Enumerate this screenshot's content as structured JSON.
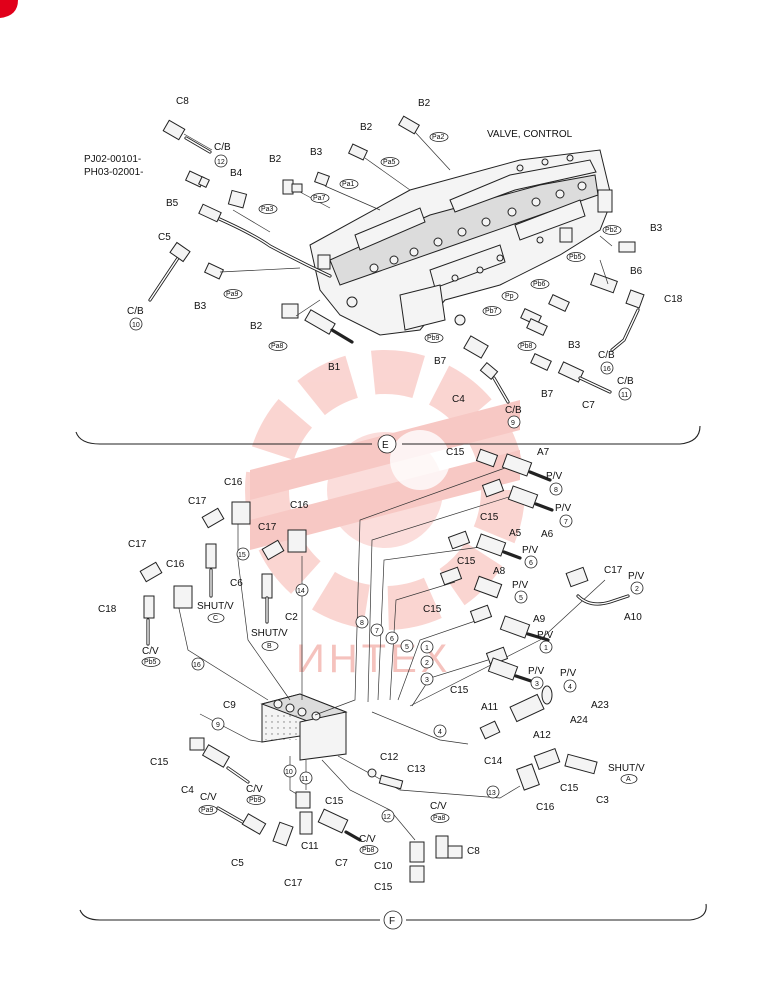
{
  "header": {
    "serial_range_1": "PJ02-00101-",
    "serial_range_2": "PH03-02001-",
    "assembly_title": "VALVE, CONTROL"
  },
  "sections": {
    "upper": "E",
    "lower": "F"
  },
  "watermark": {
    "text": "ИНТЕХ",
    "color": "#f3a09a"
  },
  "corner_mark_color": "#e1001a",
  "upper_labels": {
    "c8": "C8",
    "cb": "C/B",
    "c12": "12",
    "b2a": "B2",
    "b2b": "B2",
    "b2c": "B2",
    "b2d": "B2",
    "b3a": "B3",
    "b3b": "B3",
    "b3c": "B3",
    "b3d": "B3",
    "b4": "B4",
    "b5": "B5",
    "c5": "C5",
    "cb10": "C/B",
    "c10": "10",
    "b1": "B1",
    "b6": "B6",
    "c18": "C18",
    "b7a": "B7",
    "b7b": "B7",
    "c4": "C4",
    "cb9": "C/B",
    "c9": "9",
    "c7": "C7",
    "cb11": "C/B",
    "c11": "11",
    "cb16": "C/B",
    "c16": "16",
    "pa1": "Pa1",
    "pa2": "Pa2",
    "pa3": "Pa3",
    "pa5": "Pa5",
    "pa7": "Pa7",
    "pa8": "Pa8",
    "pa9": "Pa9",
    "pb2": "Pb2",
    "pb5": "Pb5",
    "pb6": "Pb6",
    "pp": "Pp",
    "pb7": "Pb7",
    "pb8": "Pb8",
    "pb9": "Pb9"
  },
  "lower_labels": {
    "c15a": "C15",
    "a7": "A7",
    "pv8": "P/V",
    "n8": "8",
    "c15b": "C15",
    "pv7": "P/V",
    "n7": "7",
    "a6": "A6",
    "c16a": "C16",
    "c17a": "C17",
    "c16b": "C16",
    "c17b": "C17",
    "c15c": "C15",
    "a5": "A5",
    "pv6": "P/V",
    "n6": "6",
    "c17c": "C17",
    "c16c": "C16",
    "c6": "C6",
    "shutv_c": "SHUT/V",
    "c_tag": "C",
    "c2": "C2",
    "shutv_b": "SHUT/V",
    "b_tag": "B",
    "c18": "C18",
    "cv1": "C/V",
    "pb5": "Pb5",
    "a8": "A8",
    "pv5": "P/V",
    "n5": "5",
    "c15d": "C15",
    "c17d": "C17",
    "pv2": "P/V",
    "n2": "2",
    "a10": "A10",
    "a9": "A9",
    "pv1": "P/V",
    "n1": "1",
    "c15e": "C15",
    "a11": "A11",
    "pv3": "P/V",
    "n3": "3",
    "pv4": "P/V",
    "n4": "4",
    "a23": "A23",
    "a24": "A24",
    "a12": "A12",
    "c9": "C9",
    "c14": "C14",
    "c12": "C12",
    "c13": "C13",
    "c15f": "C15",
    "c4": "C4",
    "cv2": "C/V",
    "pb9": "Pb9",
    "c15g": "C15",
    "c16d": "C16",
    "c15h": "C15",
    "shutv_a": "SHUT/V",
    "a_tag": "A",
    "c3": "C3",
    "cv3": "C/V",
    "pa9": "Pa9",
    "c5": "C5",
    "c11": "C11",
    "c17e": "C17",
    "c7": "C7",
    "cv4": "C/V",
    "pb8": "Pb8",
    "cv5": "C/V",
    "pa8": "Pa8",
    "c8": "C8",
    "c10": "C10",
    "c15i": "C15",
    "h16": "16",
    "h15": "15",
    "h14": "14",
    "h8": "8",
    "h7": "7",
    "h6": "6",
    "h5": "5",
    "h1": "1",
    "h2": "2",
    "h3": "3",
    "h4": "4",
    "h9": "9",
    "h10": "10",
    "h11": "11",
    "h12": "12",
    "h13": "13"
  }
}
